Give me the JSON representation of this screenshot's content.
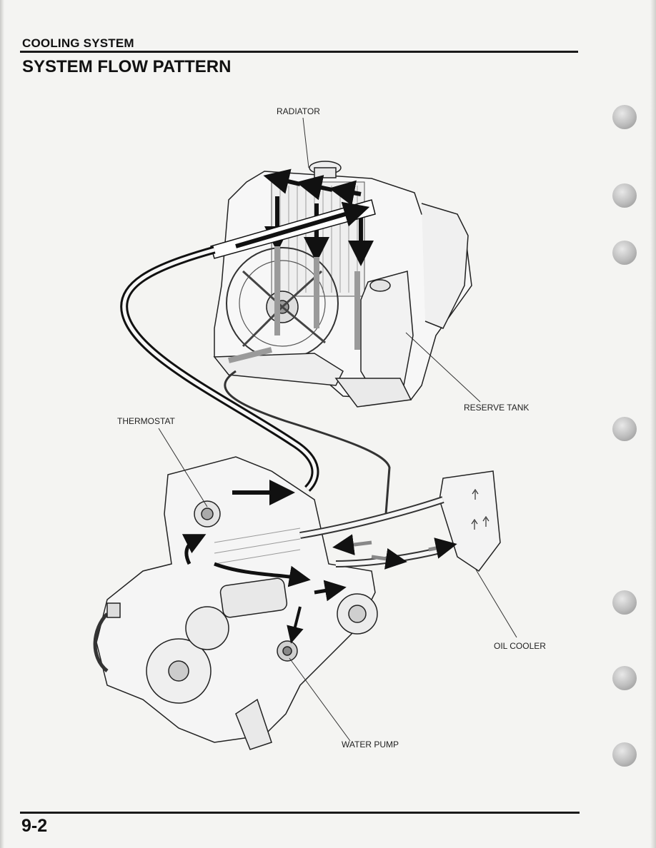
{
  "header": {
    "section": "COOLING SYSTEM",
    "title": "SYSTEM FLOW PATTERN"
  },
  "labels": {
    "radiator": "RADIATOR",
    "reserve_tank": "RESERVE TANK",
    "thermostat": "THERMOSTAT",
    "oil_cooler": "OIL COOLER",
    "water_pump": "WATER PUMP"
  },
  "footer": {
    "page_number": "9-2"
  },
  "side_tabs": {
    "count": 7
  }
}
